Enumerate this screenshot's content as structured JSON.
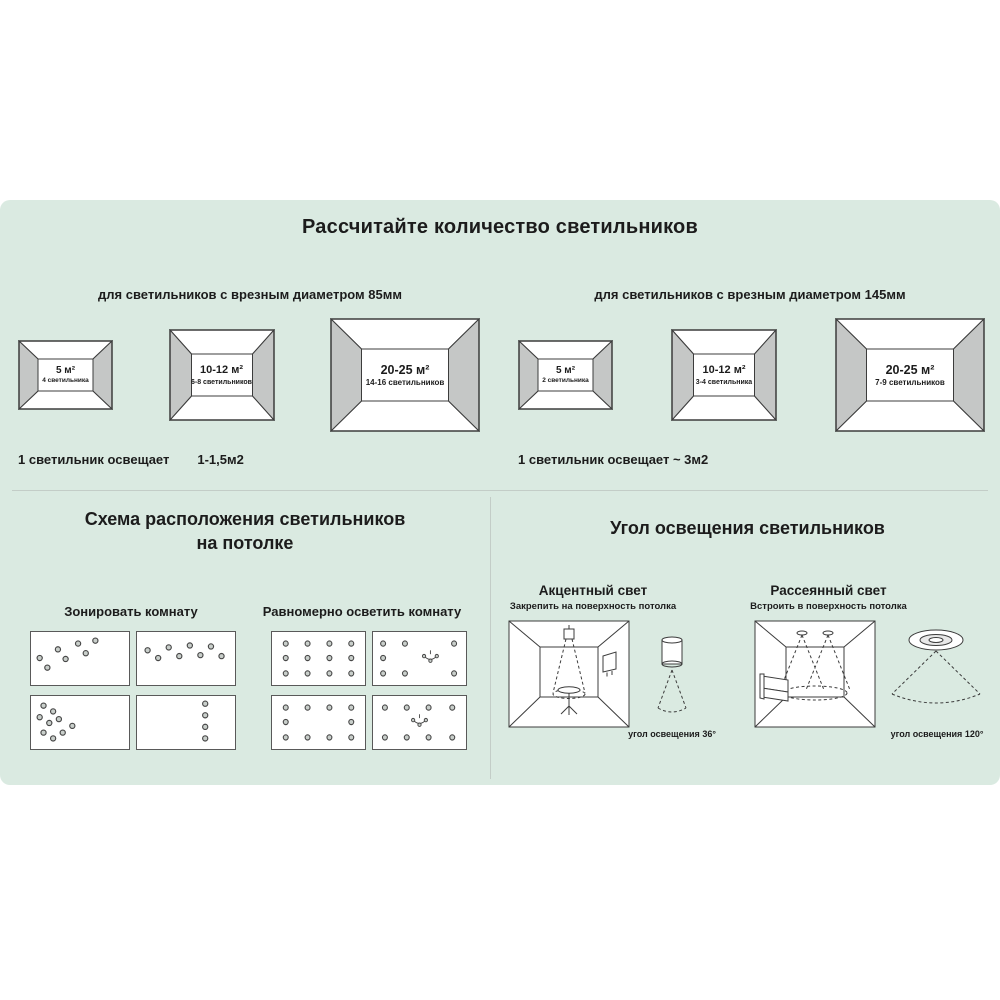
{
  "title": "Рассчитайте количество светильников",
  "colors": {
    "background_band": "#daeae1",
    "diagram_side": "#c5c7c6",
    "stroke": "#3c3c3c",
    "divider": "#c3cdc7"
  },
  "calc": {
    "left": {
      "header": "для светильников с врезным диаметром 85мм",
      "rooms": [
        {
          "area": "5 м²",
          "count": "4 светильника"
        },
        {
          "area": "10-12 м²",
          "count": "6-8 светильников"
        },
        {
          "area": "20-25 м²",
          "count": "14-16 светильников"
        }
      ],
      "note_label": "1 светильник освещает",
      "note_value": "1-1,5м2"
    },
    "right": {
      "header": "для светильников с врезным диаметром 145мм",
      "rooms": [
        {
          "area": "5 м²",
          "count": "2 светильника"
        },
        {
          "area": "10-12 м²",
          "count": "3-4 светильника"
        },
        {
          "area": "20-25 м²",
          "count": "7-9 светильников"
        }
      ],
      "note_label": "1 светильник освещает ~ 3м2",
      "note_value": ""
    }
  },
  "scheme": {
    "title_line1": "Схема расположения светильников",
    "title_line2": "на потолке",
    "zoning_label": "Зонировать комнату",
    "uniform_label": "Равномерно осветить комнату"
  },
  "patterns": {
    "zoning": [
      {
        "dots": [
          [
            8,
            27
          ],
          [
            16,
            37
          ],
          [
            27,
            18
          ],
          [
            35,
            28
          ],
          [
            48,
            12
          ],
          [
            56,
            22
          ],
          [
            66,
            9
          ]
        ]
      },
      {
        "dots": [
          [
            10,
            19
          ],
          [
            21,
            27
          ],
          [
            32,
            16
          ],
          [
            43,
            25
          ],
          [
            54,
            14
          ],
          [
            65,
            24
          ],
          [
            76,
            15
          ],
          [
            87,
            25
          ]
        ]
      },
      {
        "dots": [
          [
            12,
            10
          ],
          [
            22,
            16
          ],
          [
            8,
            22
          ],
          [
            18,
            28
          ],
          [
            28,
            24
          ],
          [
            12,
            38
          ],
          [
            22,
            44
          ],
          [
            32,
            38
          ],
          [
            42,
            31
          ]
        ]
      },
      {
        "dots": [
          [
            70,
            8
          ],
          [
            70,
            20
          ],
          [
            70,
            32
          ],
          [
            70,
            44
          ]
        ]
      }
    ],
    "uniform": [
      {
        "dots": [
          [
            14,
            12
          ],
          [
            38,
            12
          ],
          [
            62,
            12
          ],
          [
            86,
            12
          ],
          [
            14,
            27
          ],
          [
            38,
            27
          ],
          [
            62,
            27
          ],
          [
            86,
            27
          ],
          [
            14,
            43
          ],
          [
            38,
            43
          ],
          [
            62,
            43
          ],
          [
            86,
            43
          ]
        ]
      },
      {
        "dots": [
          [
            10,
            12
          ],
          [
            10,
            27
          ],
          [
            10,
            43
          ],
          [
            34,
            12
          ],
          [
            34,
            43
          ],
          [
            88,
            12
          ],
          [
            88,
            43
          ]
        ],
        "chandelier": [
          62,
          27
        ]
      },
      {
        "dots": [
          [
            14,
            12
          ],
          [
            38,
            12
          ],
          [
            62,
            12
          ],
          [
            86,
            12
          ],
          [
            14,
            27
          ],
          [
            86,
            27
          ],
          [
            14,
            43
          ],
          [
            38,
            43
          ],
          [
            62,
            43
          ],
          [
            86,
            43
          ]
        ]
      },
      {
        "dots": [
          [
            12,
            12
          ],
          [
            36,
            12
          ],
          [
            60,
            12
          ],
          [
            86,
            12
          ],
          [
            12,
            43
          ],
          [
            36,
            43
          ],
          [
            60,
            43
          ],
          [
            86,
            43
          ]
        ],
        "chandelier": [
          50,
          27
        ]
      }
    ]
  },
  "angle": {
    "title": "Угол освещения светильников",
    "accent": {
      "title": "Акцентный свет",
      "subtitle": "Закрепить на поверхность потолка",
      "caption": "угол освещения 36°"
    },
    "diffuse": {
      "title": "Рассеянный свет",
      "subtitle": "Встроить в поверхность потолка",
      "caption": "угол освещения 120°"
    }
  }
}
